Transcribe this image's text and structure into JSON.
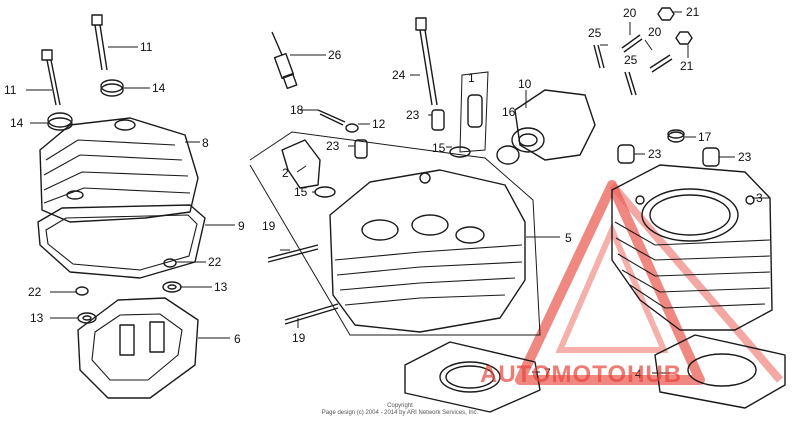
{
  "labels": [
    {
      "id": "p1",
      "text": "1"
    },
    {
      "id": "p2",
      "text": "2"
    },
    {
      "id": "p3",
      "text": "3"
    },
    {
      "id": "p4",
      "text": "4"
    },
    {
      "id": "p5",
      "text": "5"
    },
    {
      "id": "p6",
      "text": "6"
    },
    {
      "id": "p7",
      "text": "7"
    },
    {
      "id": "p8",
      "text": "8"
    },
    {
      "id": "p9",
      "text": "9"
    },
    {
      "id": "p10",
      "text": "10"
    },
    {
      "id": "p11a",
      "text": "11"
    },
    {
      "id": "p11b",
      "text": "11"
    },
    {
      "id": "p12",
      "text": "12"
    },
    {
      "id": "p13a",
      "text": "13"
    },
    {
      "id": "p13b",
      "text": "13"
    },
    {
      "id": "p14a",
      "text": "14"
    },
    {
      "id": "p14b",
      "text": "14"
    },
    {
      "id": "p15a",
      "text": "15"
    },
    {
      "id": "p15b",
      "text": "15"
    },
    {
      "id": "p16",
      "text": "16"
    },
    {
      "id": "p17",
      "text": "17"
    },
    {
      "id": "p18",
      "text": "18"
    },
    {
      "id": "p19a",
      "text": "19"
    },
    {
      "id": "p19b",
      "text": "19"
    },
    {
      "id": "p20a",
      "text": "20"
    },
    {
      "id": "p20b",
      "text": "20"
    },
    {
      "id": "p21a",
      "text": "21"
    },
    {
      "id": "p21b",
      "text": "21"
    },
    {
      "id": "p22a",
      "text": "22"
    },
    {
      "id": "p22b",
      "text": "22"
    },
    {
      "id": "p23a",
      "text": "23"
    },
    {
      "id": "p23b",
      "text": "23"
    },
    {
      "id": "p23c",
      "text": "23"
    },
    {
      "id": "p23d",
      "text": "23"
    },
    {
      "id": "p24",
      "text": "24"
    },
    {
      "id": "p25a",
      "text": "25"
    },
    {
      "id": "p25b",
      "text": "25"
    },
    {
      "id": "p26",
      "text": "26"
    }
  ],
  "watermark": {
    "text": "AUTOMOTOHUB",
    "color_red": "#e8453c",
    "color_orange": "#f2a33a"
  },
  "copyright": {
    "line1": "Copyright",
    "line2": "Page design (c) 2004 - 2014 by ARI Network Services, Inc."
  }
}
